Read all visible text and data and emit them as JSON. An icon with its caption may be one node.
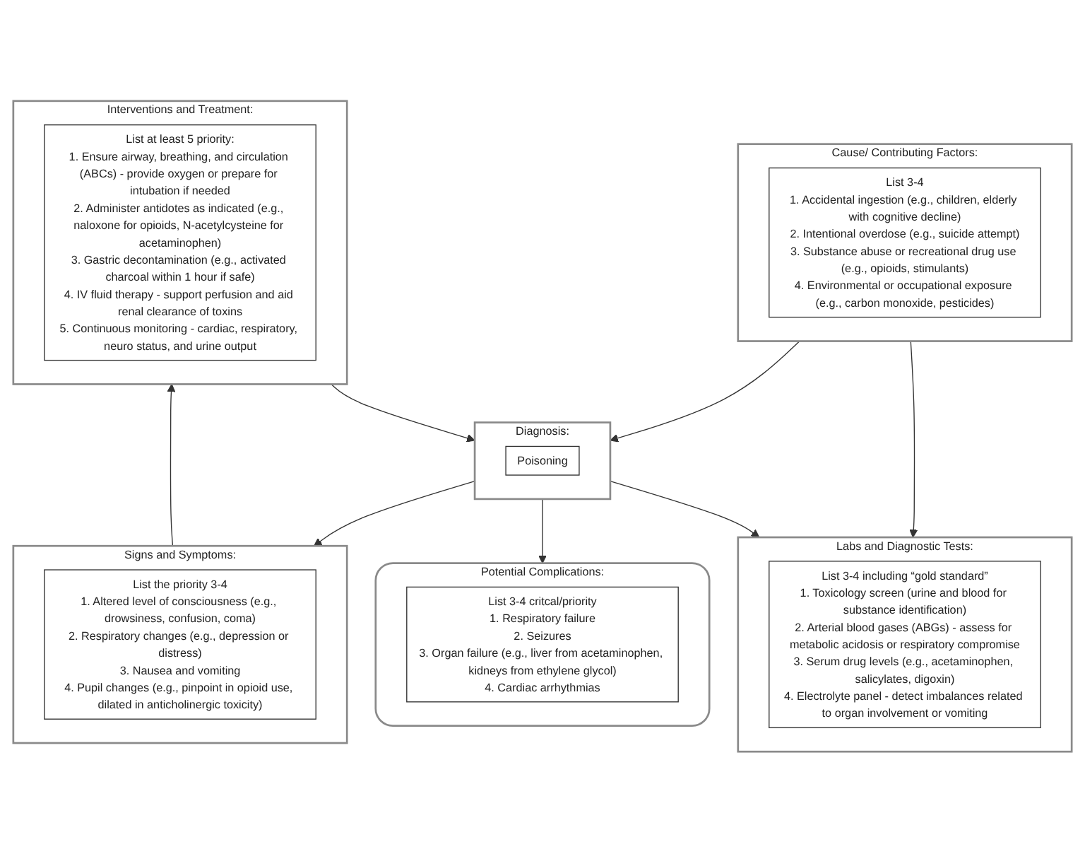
{
  "diagram": {
    "nodes": [
      {
        "text": [
          "Cause/ Contributing Factors:"
        ]
      },
      {
        "text": [
          "List 3-4",
          "1. Accidental ingestion (e.g., children, elderly with cognitive decline)",
          "2. Intentional overdose (e.g., suicide attempt)",
          "3. Substance abuse or recreational drug use (e.g., opioids, stimulants)",
          "4. Environmental or occupational exposure (e.g., carbon monoxide, pesticides)"
        ],
        "in": 0
      },
      {
        "text": [
          "Signs and Symptoms:"
        ]
      },
      {
        "text": [
          "List the priority 3-4",
          "1. Altered level of consciousness (e.g., drowsiness, confusion, coma)",
          "2. Respiratory changes (e.g., depression or distress)",
          "3. Nausea and vomiting",
          "4. Pupil changes (e.g., pinpoint in opioid use, dilated in anticholinergic toxicity)"
        ],
        "in": 2
      },
      {
        "text": [
          "Diagnosis:"
        ]
      },
      {
        "text": [
          "Poisoning"
        ],
        "in": 4
      },
      {
        "text": [
          "Labs and Diagnostic Tests:"
        ]
      },
      {
        "text": [
          "List 3-4 including “gold standard”",
          "1. Toxicology screen (urine and blood for substance identification)",
          "2. Arterial blood gases (ABGs) - assess for metabolic acidosis or respiratory compromise",
          "3. Serum drug levels (e.g., acetaminophen, salicylates, digoxin)",
          "4. Electrolyte panel - detect imbalances related to organ involvement or vomiting"
        ],
        "in": 6
      },
      {
        "text": [
          "Potential Complications:"
        ]
      },
      {
        "text": [
          "List 3-4 critcal/priority",
          "1. Respiratory failure",
          "2. Seizures",
          "3. Organ failure (e.g., liver from acetaminophen, kidneys from ethylene glycol)",
          "4. Cardiac arrhythmias"
        ],
        "in": 8
      },
      {
        "text": [
          "Interventions and Treatment:"
        ]
      },
      {
        "text": [
          "List at least 5 priority:",
          "1. Ensure airway, breathing, and circulation (ABCs) - provide oxygen or prepare for intubation if needed",
          "2. Administer antidotes as indicated (e.g., naloxone for opioids, N-acetylcysteine for acetaminophen)",
          "3. Gastric decontamination (e.g., activated charcoal within 1 hour if safe)",
          "4. IV fluid therapy - support perfusion and aid renal clearance of toxins",
          "5. Continuous monitoring - cardiac, respiratory, neuro status, and urine output"
        ],
        "in": 10
      }
    ],
    "edges": [
      {
        "from": 0,
        "to": 4,
        "arrow": "to"
      },
      {
        "from": 4,
        "to": 2,
        "arrow": "to"
      },
      {
        "from": 0,
        "to": 6,
        "arrow": "to"
      },
      {
        "from": 2,
        "to": 10,
        "arrow": "to"
      },
      {
        "from": 10,
        "to": 4,
        "arrow": "to"
      },
      {
        "from": 4,
        "to": 6,
        "arrow": "to"
      },
      {
        "from": 4,
        "to": 8,
        "arrow": "to"
      }
    ]
  }
}
